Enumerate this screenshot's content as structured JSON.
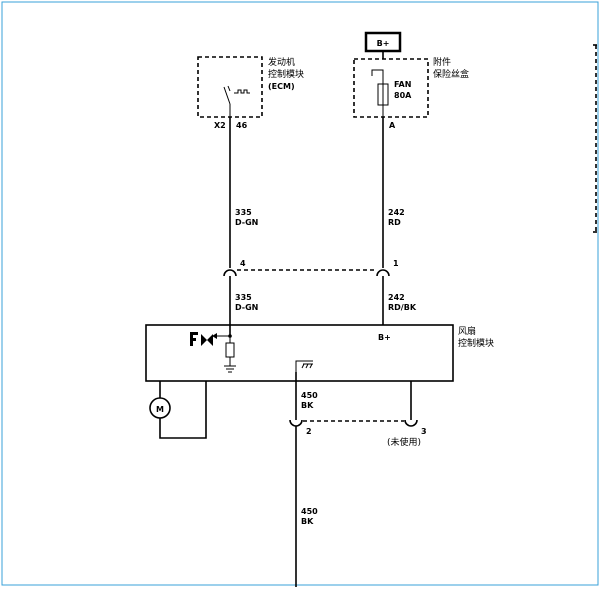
{
  "ecm": {
    "name_line1": "发动机",
    "name_line2": "控制模块",
    "name_line3": "(ECM)",
    "connector": "X2",
    "pin": "46"
  },
  "fuse_box": {
    "supply": "B+",
    "name_line1": "附件",
    "name_line2": "保险丝盒",
    "fuse_name": "FAN",
    "fuse_rating": "80A",
    "pin": "A"
  },
  "wires": {
    "ecm_upper_circuit": "335",
    "ecm_upper_color": "D-GN",
    "fuse_upper_circuit": "242",
    "fuse_upper_color": "RD",
    "ecm_lower_circuit": "335",
    "ecm_lower_color": "D-GN",
    "fuse_lower_circuit": "242",
    "fuse_lower_color": "RD/BK",
    "ground_upper_circuit": "450",
    "ground_upper_color": "BK",
    "ground_lower_circuit": "450",
    "ground_lower_color": "BK"
  },
  "upper_connector": {
    "pin_left": "4",
    "pin_right": "1"
  },
  "fan_module": {
    "name_line1": "风扇",
    "name_line2": "控制模块",
    "bplus": "B+",
    "motor": "M"
  },
  "lower_connector": {
    "pin_left": "2",
    "pin_right": "3",
    "unused_note": "(未使用)"
  }
}
